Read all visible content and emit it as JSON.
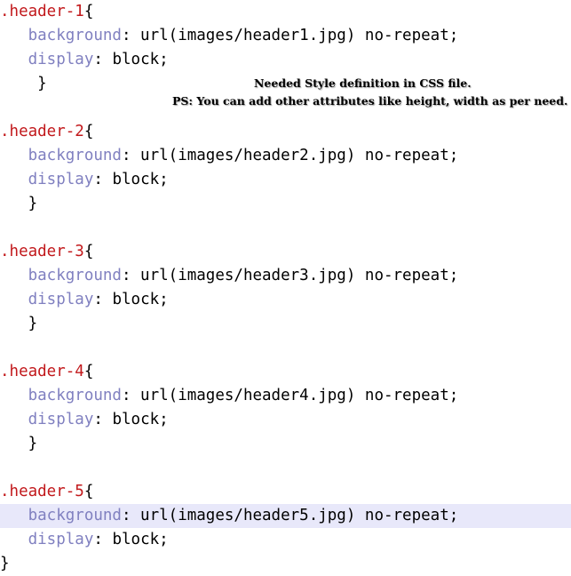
{
  "code": {
    "rule1": {
      "selector": ".header-1",
      "open": "{",
      "prop1": "background",
      "colon1": ":",
      "val1": " url(images/header1.jpg) no-repeat;",
      "prop2": "display",
      "colon2": ":",
      "val2": " block;",
      "close": "}"
    },
    "rule2": {
      "selector": ".header-2",
      "open": "{",
      "prop1": "background",
      "colon1": ":",
      "val1": " url(images/header2.jpg) no-repeat;",
      "prop2": "display",
      "colon2": ":",
      "val2": " block;",
      "close": "}"
    },
    "rule3": {
      "selector": ".header-3",
      "open": "{",
      "prop1": "background",
      "colon1": ":",
      "val1": " url(images/header3.jpg) no-repeat;",
      "prop2": "display",
      "colon2": ":",
      "val2": " block;",
      "close": "}"
    },
    "rule4": {
      "selector": ".header-4",
      "open": "{",
      "prop1": "background",
      "colon1": ":",
      "val1": " url(images/header4.jpg) no-repeat;",
      "prop2": "display",
      "colon2": ":",
      "val2": " block;",
      "close": "}"
    },
    "rule5": {
      "selector": ".header-5",
      "open": "{",
      "prop1": "background",
      "colon1": ":",
      "val1": " url(images/header5.jpg) no-repeat;",
      "prop2": "display",
      "colon2": ":",
      "val2": " block;",
      "close": "}"
    }
  },
  "notes": {
    "line1": "Needed Style definition in CSS file.",
    "line2": "PS: You can add other attributes like height, width as per need."
  },
  "colors": {
    "selector": "#c2191c",
    "property": "#8080c0",
    "value": "#000000",
    "current_line_highlight": "#e8e8fa"
  }
}
